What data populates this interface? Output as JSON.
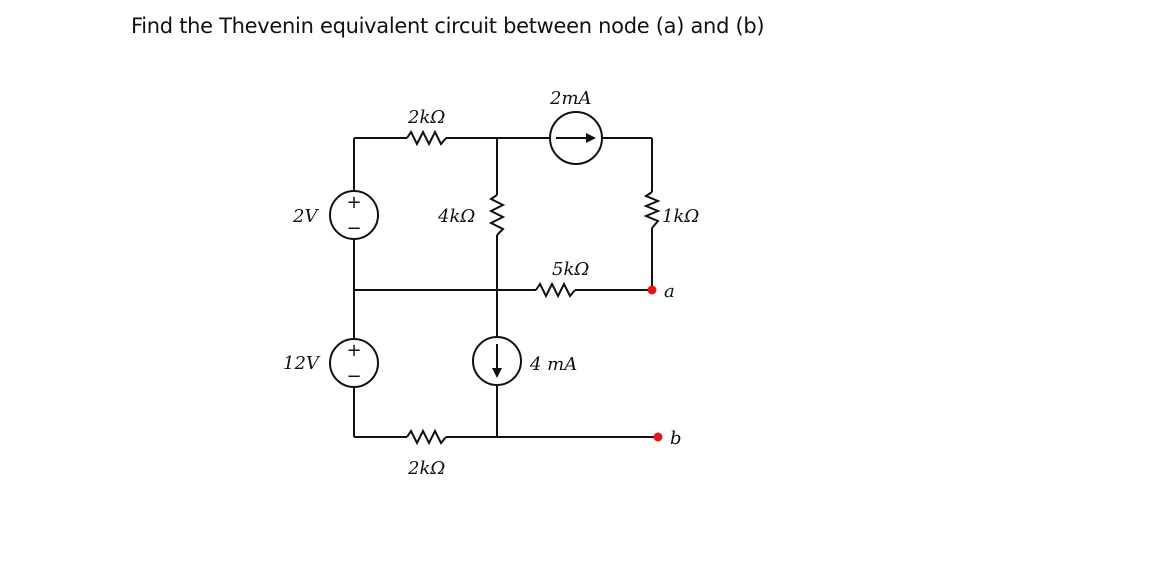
{
  "title": "Find the Thevenin equivalent circuit between node (a) and (b)",
  "circuit": {
    "sources": {
      "v1": {
        "label": "2V",
        "type": "voltage",
        "plus": "+",
        "minus": "−"
      },
      "v2": {
        "label": "12V",
        "type": "voltage",
        "plus": "+",
        "minus": "−"
      },
      "i1": {
        "label": "2mA",
        "type": "current",
        "direction": "right"
      },
      "i2": {
        "label": "4 mA",
        "type": "current",
        "direction": "down"
      }
    },
    "resistors": {
      "r_top": {
        "label": "2kΩ"
      },
      "r_mid": {
        "label": "4kΩ"
      },
      "r_right": {
        "label": "1kΩ"
      },
      "r_ab": {
        "label": "5kΩ"
      },
      "r_bottom": {
        "label": "2kΩ"
      }
    },
    "nodes": {
      "a": {
        "label": "a",
        "color": "#e8141c"
      },
      "b": {
        "label": "b",
        "color": "#e8141c"
      }
    }
  }
}
